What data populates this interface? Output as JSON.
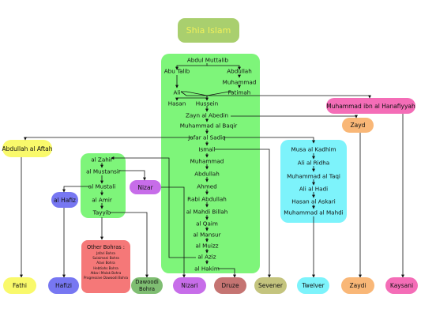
{
  "title": "Shia Islam",
  "colors": {
    "title_bg": "#a9cf6e",
    "green_main": "#7ef57a",
    "cyan": "#7df3fb",
    "pink": "#f46db7",
    "orange": "#f9b777",
    "yellow": "#f9f96b",
    "blue": "#7777f2",
    "purple": "#c76de9",
    "salmon": "#f57878",
    "dawoodi": "#7fbe72",
    "druze": "#c57472",
    "olive": "#c4c47e",
    "twelver_end": "#7df3fb"
  },
  "nodes": {
    "abdul_muttalib": "Abdul Muttalib",
    "abu_talib": "Abu Talib",
    "abdullah": "Abdullah",
    "muhammad": "Muhammad",
    "ali": "Ali",
    "fatimah": "Fatimah",
    "hasan": "Hasan",
    "hussein": "Hussein",
    "zayn": "Zayn al Abedin",
    "baqir": "Muhammad al Baqir",
    "jafar": "Jafar al Sadiq",
    "ismail": "Ismail",
    "muhammad2": "Muhammad",
    "abdullah2": "Abdullah",
    "ahmed": "Ahmed",
    "rabi": "Rabi Abdullah",
    "mahdi_billah": "al Mahdi Billah",
    "qaim": "al Qaim",
    "mansur": "al Mansur",
    "muizz": "al Muizz",
    "aziz": "al Aziz",
    "hakim": "al Hakim",
    "zahir": "al Zahir",
    "mustansir": "al Mustansir",
    "mustali": "al Mustali",
    "amir": "al Amir",
    "tayyib": "Tayyib",
    "hafiz": "al Hafiz",
    "nizar": "Nizar",
    "kadhim": "Musa al Kadhim",
    "ridha": "Ali al Ridha",
    "taqi": "Muhammad al Taqi",
    "hadi": "Ali al Hadi",
    "askari": "Hasan al Askari",
    "mahdi": "Muhammad al Mahdi",
    "hanafiyyah": "Muhammad ibn al Hanafiyyah",
    "zayd": "Zayd",
    "aftah": "Abdullah al Aftah"
  },
  "other_bohras": {
    "title": "Other Bohras :",
    "items": [
      "Jafari Bohra",
      "Sulaimani Bohra",
      "Alavi Bohra",
      "Hebtiahs Bohra",
      "Atba-i Malak Bohra",
      "Progressive Dawoodi Bohra"
    ]
  },
  "endpoints": {
    "fathi": "Fathi",
    "hafizi": "Hafizi",
    "dawoodi": "Dawoodi Bohra",
    "nizari": "Nizari",
    "druze": "Druze",
    "sevener": "Sevener",
    "twelver": "Twelver",
    "zaydi": "Zaydi",
    "kaysani": "Kaysani"
  }
}
